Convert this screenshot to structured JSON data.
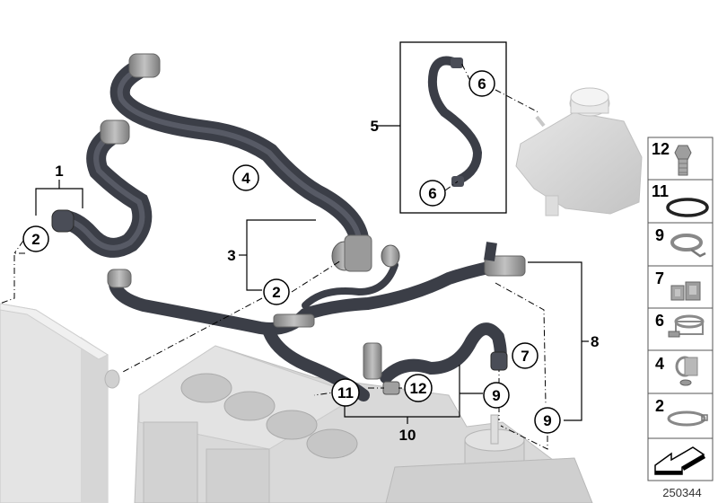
{
  "diagram": {
    "type": "exploded-parts-diagram",
    "subject": "Engine cooling system hoses",
    "image_code": "250344",
    "colors": {
      "hose": "#4a4d57",
      "hose_highlight": "#8a8e99",
      "fitting": "#9a9a9a",
      "light_part": "#dcdcdc",
      "line": "#000000",
      "background": "#ffffff"
    },
    "group_labels": [
      {
        "id": "label-1",
        "text": "1"
      },
      {
        "id": "label-3",
        "text": "3"
      },
      {
        "id": "label-5",
        "text": "5"
      },
      {
        "id": "label-8",
        "text": "8"
      },
      {
        "id": "label-10",
        "text": "10"
      }
    ],
    "callouts": [
      {
        "id": "callout-2a",
        "text": "2"
      },
      {
        "id": "callout-2b",
        "text": "2"
      },
      {
        "id": "callout-4",
        "text": "4"
      },
      {
        "id": "callout-6a",
        "text": "6"
      },
      {
        "id": "callout-6b",
        "text": "6"
      },
      {
        "id": "callout-7",
        "text": "7"
      },
      {
        "id": "callout-9a",
        "text": "9"
      },
      {
        "id": "callout-9b",
        "text": "9"
      },
      {
        "id": "callout-11",
        "text": "11"
      },
      {
        "id": "callout-12",
        "text": "12"
      }
    ],
    "side_panel": {
      "items": [
        {
          "number": "12",
          "icon": "bolt-icon"
        },
        {
          "number": "11",
          "icon": "o-ring-icon"
        },
        {
          "number": "9",
          "icon": "spring-clamp-icon"
        },
        {
          "number": "7",
          "icon": "holder-clip-icon"
        },
        {
          "number": "6",
          "icon": "hose-clamp-icon"
        },
        {
          "number": "4",
          "icon": "hose-clamp-icon"
        },
        {
          "number": "2",
          "icon": "clamp-ring-icon"
        }
      ],
      "footer_icon": "arrow-down-left-icon"
    }
  }
}
